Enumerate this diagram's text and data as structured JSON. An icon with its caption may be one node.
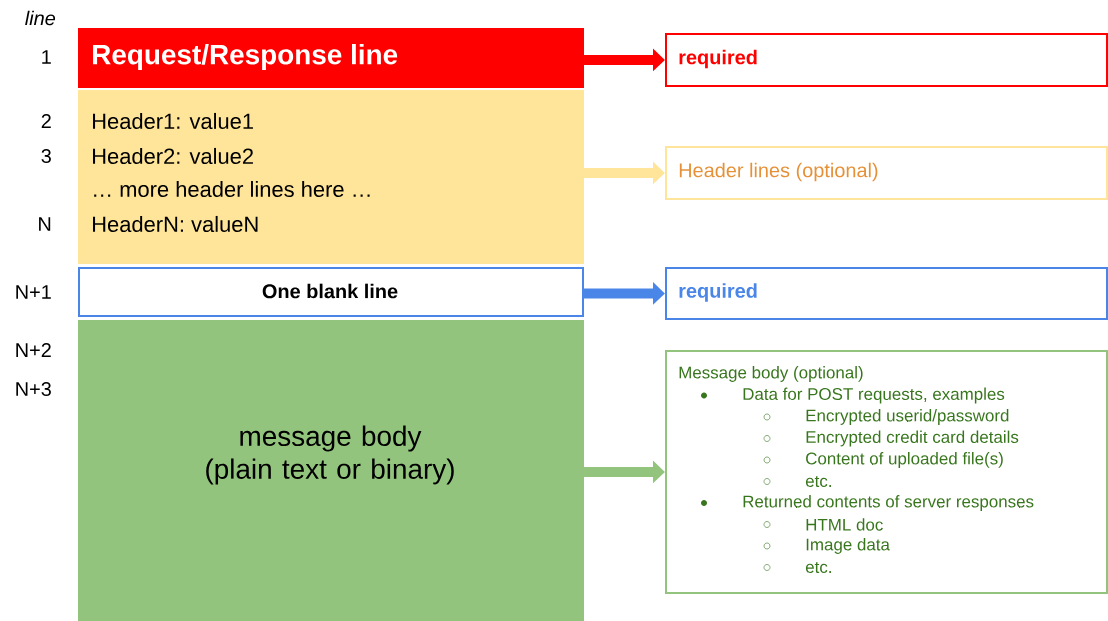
{
  "diagram": {
    "nodes": [
      {
        "text": [
          "Request/Response line"
        ]
      },
      {
        "text": [
          "Header1: value1",
          "Header2: value2",
          "… more header lines here …",
          "HeaderN: valueN"
        ]
      },
      {
        "text": [
          "One blank line"
        ]
      },
      {
        "text": [
          "message body (plain text or binary)"
        ]
      },
      {
        "text": [
          "required"
        ]
      },
      {
        "text": [
          "Header lines (optional)"
        ]
      },
      {
        "text": [
          "required"
        ]
      },
      {
        "text": [
          "Message body (optional)",
          "Data for POST requests, examples",
          "Encrypted userid/password",
          "Encrypted credit card details",
          "Content of uploaded file(s)",
          "etc.",
          "Returned contents of server responses",
          "HTML doc",
          "Image data",
          "etc."
        ]
      }
    ],
    "edges": [
      {
        "from": 0,
        "to": 4,
        "arrow": "to",
        "color": "#ff0000"
      },
      {
        "from": 1,
        "to": 5,
        "arrow": "to",
        "color": "#ffe599"
      },
      {
        "from": 2,
        "to": 6,
        "arrow": "to",
        "color": "#4a86e8"
      },
      {
        "from": 3,
        "to": 7,
        "arrow": "to",
        "color": "#93c47d"
      }
    ],
    "labels": [
      "line",
      "1",
      "2",
      "3",
      "N",
      "N+1",
      "N+2",
      "N+3"
    ]
  }
}
